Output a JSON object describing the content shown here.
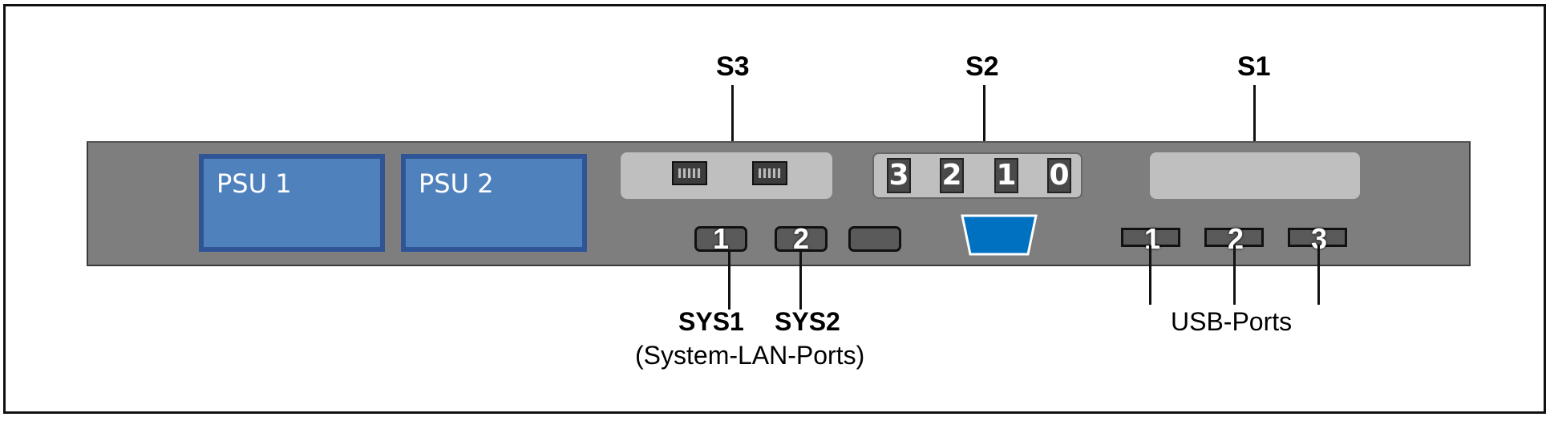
{
  "callouts": {
    "s3": "S3",
    "s2": "S2",
    "s1": "S1"
  },
  "psus": [
    {
      "label": "PSU 1"
    },
    {
      "label": "PSU 2"
    }
  ],
  "switch_digits": [
    "3",
    "2",
    "1",
    "0"
  ],
  "system_ports": [
    {
      "number": "1",
      "name": "SYS1"
    },
    {
      "number": "2",
      "name": "SYS2"
    }
  ],
  "system_ports_caption": "(System-LAN-Ports)",
  "usb_ports": [
    "1",
    "2",
    "3"
  ],
  "usb_caption": "USB-Ports",
  "colors": {
    "chassis": "#7e7e7e",
    "psu": "#4f81bd",
    "vga": "#0070c0",
    "panel": "#bfbfbf"
  }
}
